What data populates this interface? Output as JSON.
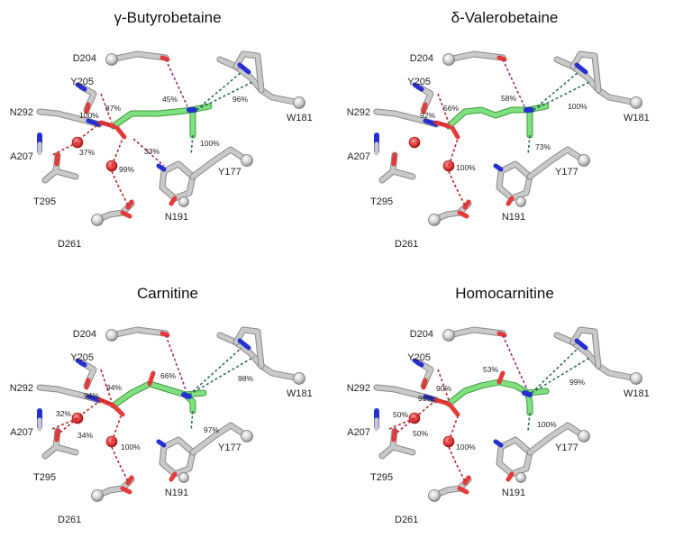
{
  "panels": [
    {
      "title": "γ-Butyrobetaine",
      "residues": [
        "D204",
        "Y205",
        "N292",
        "A207",
        "T295",
        "D261",
        "N191",
        "Y177",
        "W181"
      ],
      "percentages": [
        "45%",
        "96%",
        "87%",
        "100%",
        "37%",
        "33%",
        "99%",
        "100%"
      ]
    },
    {
      "title": "δ-Valerobetaine",
      "residues": [
        "D204",
        "Y205",
        "N292",
        "A207",
        "T295",
        "D261",
        "N191",
        "Y177",
        "W181"
      ],
      "percentages": [
        "58%",
        "100%",
        "56%",
        "92%",
        "73%",
        "100%"
      ]
    },
    {
      "title": "Carnitine",
      "residues": [
        "D204",
        "Y205",
        "N292",
        "A207",
        "T295",
        "D261",
        "N191",
        "Y177",
        "W181"
      ],
      "percentages": [
        "66%",
        "98%",
        "94%",
        "94%",
        "32%",
        "34%",
        "97%",
        "100%"
      ]
    },
    {
      "title": "Homocarnitine",
      "residues": [
        "D204",
        "Y205",
        "N292",
        "A207",
        "T295",
        "D261",
        "N191",
        "Y177",
        "W181"
      ],
      "percentages": [
        "53%",
        "99%",
        "90%",
        "99%",
        "50%",
        "50%",
        "100%",
        "100%"
      ]
    }
  ],
  "colors": {
    "protein_carbon": "#c9c9c9",
    "ligand_carbon": "#7fe07f",
    "oxygen": "#e33a3a",
    "nitrogen": "#2430d0",
    "cation_pi": "#2f6f56",
    "hbond": "#b8262b",
    "ch_o": "#9b2c7a"
  }
}
